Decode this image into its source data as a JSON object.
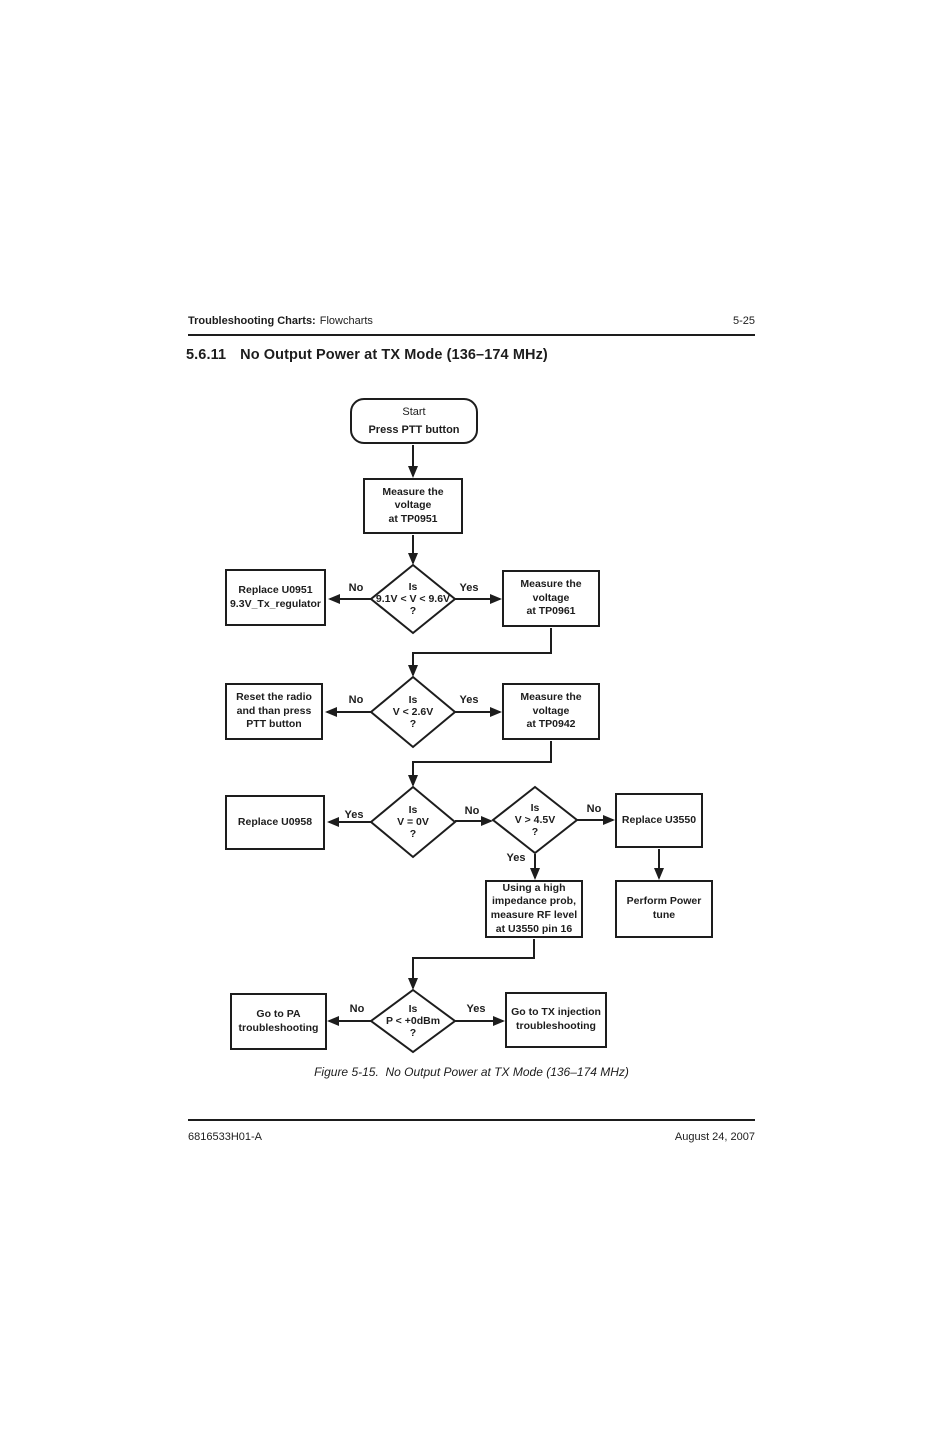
{
  "page": {
    "header": {
      "section_bold": "Troubleshooting Charts:",
      "section_regular": "Flowcharts",
      "page_number": "5-25"
    },
    "heading": {
      "number": "5.6.11",
      "title": "No Output Power at TX Mode (136–174 MHz)"
    },
    "caption": "Figure 5-15.  No Output Power at TX Mode (136–174 MHz)",
    "footer": {
      "part_number": "6816533H01-A",
      "date": "August 24, 2007"
    }
  },
  "flowchart": {
    "start": {
      "title": "Start",
      "subtitle": "Press PTT button"
    },
    "nodes": {
      "measure_tp0951": "Measure the\nvoltage\nat TP0951",
      "replace_u0951": "Replace U0951\n9.3V_Tx_regulator",
      "measure_tp0961": "Measure the\nvoltage\nat TP0961",
      "reset_radio": "Reset the radio\nand than press\nPTT button",
      "measure_tp0942": "Measure the\nvoltage\nat TP0942",
      "replace_u0958": "Replace U0958",
      "replace_u3550": "Replace U3550",
      "impedance_probe": "Using a high\nimpedance prob,\nmeasure RF level\nat U3550 pin 16",
      "power_tune": "Perform Power\ntune",
      "goto_pa": "Go to PA\ntroubleshooting",
      "goto_tx": "Go to TX injection\ntroubleshooting"
    },
    "decisions": {
      "d1": "Is\n9.1V < V < 9.6V\n?",
      "d2": "Is\nV < 2.6V\n?",
      "d3": "Is\nV = 0V\n?",
      "d4": "Is\nV > 4.5V\n?",
      "d5": "Is\nP < +0dBm\n?"
    },
    "labels": {
      "yes": "Yes",
      "no": "No"
    },
    "line_color": "#1d1d1d"
  }
}
